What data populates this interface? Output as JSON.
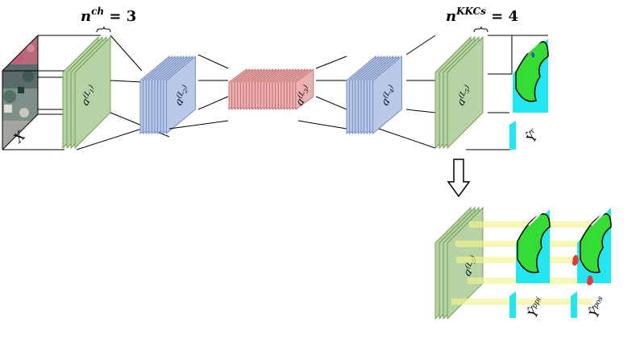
{
  "labels": {
    "nch_base": "n",
    "nch_sup": "ch",
    "nch_eq": " = 3",
    "nkkc_base": "n",
    "nkkc_sup": "KKCs",
    "nkkc_eq": " = 4",
    "input": "X",
    "output_pred": "Ŷ",
    "output_pred_sup": "r",
    "output_ppi": "Ŷ",
    "output_ppi_sup": "ppi",
    "output_pos": "Ŷ",
    "output_pos_sup": "pos"
  },
  "layers": {
    "l1": {
      "base": "a",
      "sup": "(L",
      "sub": "1",
      "close": ")"
    },
    "l2": {
      "base": "a",
      "sup": "(L",
      "sub": "2",
      "close": ")"
    },
    "l3": {
      "base": "a",
      "sup": "(L",
      "sub": "3",
      "close": ")"
    },
    "l4": {
      "base": "a",
      "sup": "(L",
      "sub": "4",
      "close": ")"
    },
    "l5": {
      "base": "a",
      "sup": "(L",
      "sub": "5",
      "close": ")"
    },
    "l6": {
      "base": "a",
      "sup": "(L",
      "sub": "5",
      "close": ")"
    }
  },
  "colors": {
    "green_fill": "#b7d3a6",
    "green_stroke": "#6a9a4a",
    "blue_fill": "#b9c8e6",
    "blue_stroke": "#6f88bd",
    "red_fill": "#eab1b1",
    "red_stroke": "#c26a6a",
    "cyan": "#22e6f0",
    "map_green": "#33dd33",
    "yellow": "#f4f48a"
  }
}
